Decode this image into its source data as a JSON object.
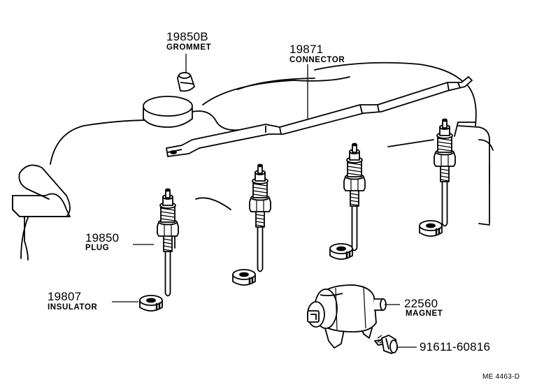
{
  "diagram": {
    "parts": [
      {
        "id": "grommet",
        "number": "19850B",
        "name": "GROMMET"
      },
      {
        "id": "connector",
        "number": "19871",
        "name": "CONNECTOR"
      },
      {
        "id": "plug",
        "number": "19850",
        "name": "PLUG"
      },
      {
        "id": "insulator",
        "number": "19807",
        "name": "INSULATOR"
      },
      {
        "id": "magnet",
        "number": "22560",
        "name": "MAGNET"
      },
      {
        "id": "bolt",
        "number": "91611-60816",
        "name": ""
      }
    ],
    "figure_code": "ME 4463-D"
  },
  "colors": {
    "ink": "#000000",
    "paper": "#ffffff"
  }
}
